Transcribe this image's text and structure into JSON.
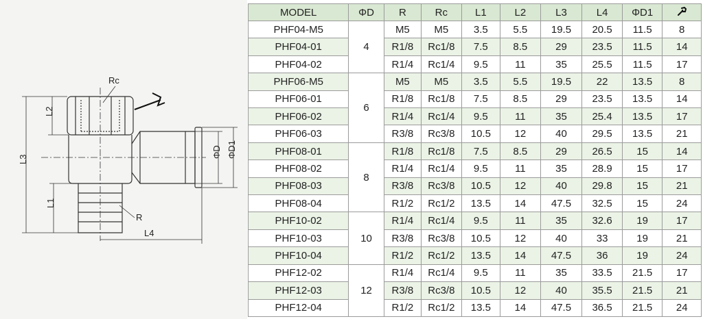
{
  "headers": [
    "MODEL",
    "ΦD",
    "R",
    "Rc",
    "L1",
    "L2",
    "L3",
    "L4",
    "ΦD1",
    "wrench"
  ],
  "header_icon": "wrench-icon",
  "colors": {
    "header_bg": "#d9e8d2",
    "row_shade": "#ebf3e6",
    "border": "#9a9a9a",
    "panel_bg": "#f4f4f2"
  },
  "drawing_labels": {
    "rc": "Rc",
    "l2": "L2",
    "l3": "L3",
    "l1": "L1",
    "od": "ΦD",
    "od1": "ΦD1",
    "r": "R",
    "l4": "L4"
  },
  "groups": [
    {
      "od": "4",
      "rows": [
        {
          "model": "PHF04-M5",
          "r": "M5",
          "rc": "M5",
          "l1": "3.5",
          "l2": "5.5",
          "l3": "19.5",
          "l4": "20.5",
          "od1": "11.5",
          "wrench": "8"
        },
        {
          "model": "PHF04-01",
          "r": "R1/8",
          "rc": "Rc1/8",
          "l1": "7.5",
          "l2": "8.5",
          "l3": "29",
          "l4": "23.5",
          "od1": "11.5",
          "wrench": "14"
        },
        {
          "model": "PHF04-02",
          "r": "R1/4",
          "rc": "Rc1/4",
          "l1": "9.5",
          "l2": "11",
          "l3": "35",
          "l4": "25.5",
          "od1": "11.5",
          "wrench": "17"
        }
      ]
    },
    {
      "od": "6",
      "rows": [
        {
          "model": "PHF06-M5",
          "r": "M5",
          "rc": "M5",
          "l1": "3.5",
          "l2": "5.5",
          "l3": "19.5",
          "l4": "22",
          "od1": "13.5",
          "wrench": "8"
        },
        {
          "model": "PHF06-01",
          "r": "R1/8",
          "rc": "Rc1/8",
          "l1": "7.5",
          "l2": "8.5",
          "l3": "29",
          "l4": "23.5",
          "od1": "13.5",
          "wrench": "14"
        },
        {
          "model": "PHF06-02",
          "r": "R1/4",
          "rc": "Rc1/4",
          "l1": "9.5",
          "l2": "11",
          "l3": "35",
          "l4": "25.4",
          "od1": "13.5",
          "wrench": "17"
        },
        {
          "model": "PHF06-03",
          "r": "R3/8",
          "rc": "Rc3/8",
          "l1": "10.5",
          "l2": "12",
          "l3": "40",
          "l4": "29.5",
          "od1": "13.5",
          "wrench": "21"
        }
      ]
    },
    {
      "od": "8",
      "rows": [
        {
          "model": "PHF08-01",
          "r": "R1/8",
          "rc": "Rc1/8",
          "l1": "7.5",
          "l2": "8.5",
          "l3": "29",
          "l4": "26.5",
          "od1": "15",
          "wrench": "14"
        },
        {
          "model": "PHF08-02",
          "r": "R1/4",
          "rc": "Rc1/4",
          "l1": "9.5",
          "l2": "11",
          "l3": "35",
          "l4": "28.9",
          "od1": "15",
          "wrench": "17"
        },
        {
          "model": "PHF08-03",
          "r": "R3/8",
          "rc": "Rc3/8",
          "l1": "10.5",
          "l2": "12",
          "l3": "40",
          "l4": "29.8",
          "od1": "15",
          "wrench": "21"
        },
        {
          "model": "PHF08-04",
          "r": "R1/2",
          "rc": "Rc1/2",
          "l1": "13.5",
          "l2": "14",
          "l3": "47.5",
          "l4": "32.5",
          "od1": "15",
          "wrench": "24"
        }
      ]
    },
    {
      "od": "10",
      "rows": [
        {
          "model": "PHF10-02",
          "r": "R1/4",
          "rc": "Rc1/4",
          "l1": "9.5",
          "l2": "11",
          "l3": "35",
          "l4": "32.6",
          "od1": "19",
          "wrench": "17"
        },
        {
          "model": "PHF10-03",
          "r": "R3/8",
          "rc": "Rc3/8",
          "l1": "10.5",
          "l2": "12",
          "l3": "40",
          "l4": "33",
          "od1": "19",
          "wrench": "21"
        },
        {
          "model": "PHF10-04",
          "r": "R1/2",
          "rc": "Rc1/2",
          "l1": "13.5",
          "l2": "14",
          "l3": "47.5",
          "l4": "36",
          "od1": "19",
          "wrench": "24"
        }
      ]
    },
    {
      "od": "12",
      "rows": [
        {
          "model": "PHF12-02",
          "r": "R1/4",
          "rc": "Rc1/4",
          "l1": "9.5",
          "l2": "11",
          "l3": "35",
          "l4": "33.5",
          "od1": "21.5",
          "wrench": "17"
        },
        {
          "model": "PHF12-03",
          "r": "R3/8",
          "rc": "Rc3/8",
          "l1": "10.5",
          "l2": "12",
          "l3": "40",
          "l4": "35.5",
          "od1": "21.5",
          "wrench": "21"
        },
        {
          "model": "PHF12-04",
          "r": "R1/2",
          "rc": "Rc1/2",
          "l1": "13.5",
          "l2": "14",
          "l3": "47.5",
          "l4": "36.5",
          "od1": "21.5",
          "wrench": "24"
        }
      ]
    }
  ]
}
